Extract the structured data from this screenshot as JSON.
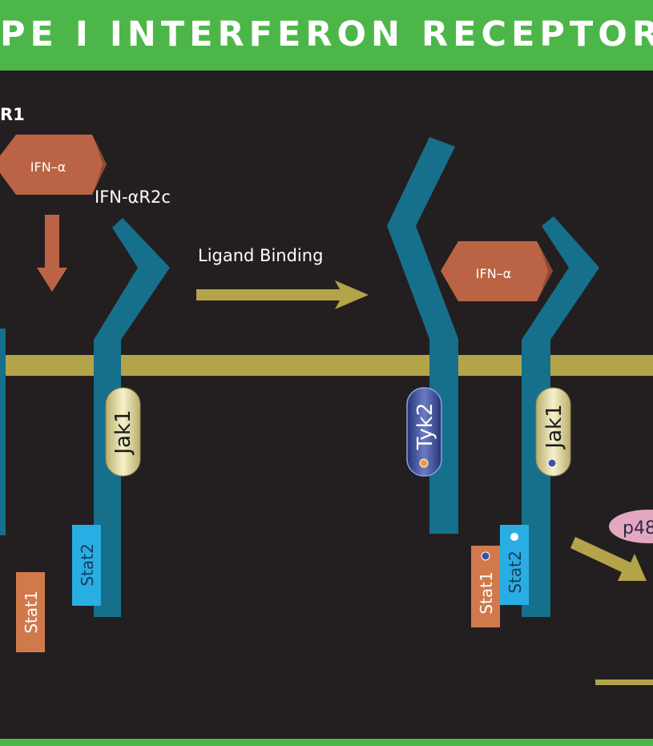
{
  "banner": {
    "title": "PE I INTERFERON RECEPTOR COMPL"
  },
  "labels": {
    "r1_partial": "R1",
    "r2c": "IFN-αR2c",
    "ligand_binding": "Ligand Binding"
  },
  "ligands": {
    "left": "IFN–α",
    "right": "IFN–α"
  },
  "kinases": {
    "jak1_left": "Jak1",
    "tyk2": "Tyk2",
    "jak1_right": "Jak1"
  },
  "stats": {
    "stat2_left": "Stat2",
    "stat1_left": "Stat1",
    "stat1_right": "Stat1",
    "stat2_right": "Stat2"
  },
  "p48": "p48",
  "colors": {
    "banner": "#4cb748",
    "background": "#231f20",
    "membrane": "#b3a449",
    "receptor": "#16708c",
    "ligand": "#bb6445",
    "stat2": "#29aee3",
    "stat1": "#d07a4c",
    "jak": "#ede6b2",
    "tyk2": "#3f52a0",
    "p48": "#e3a8c0",
    "arrow_yellow": "#b3a449",
    "arrow_brown": "#bb6445"
  }
}
